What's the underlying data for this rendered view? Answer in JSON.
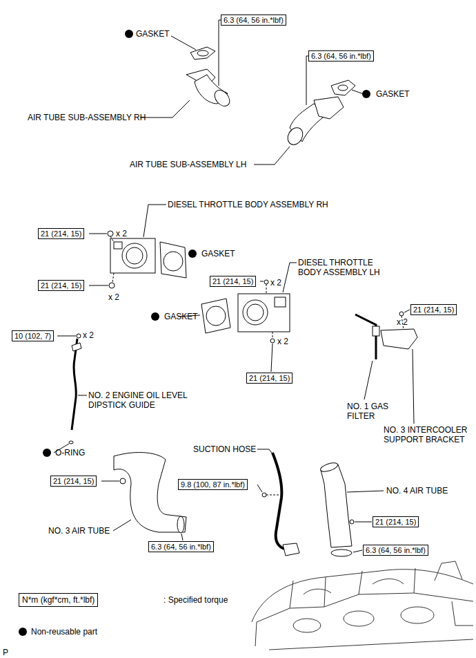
{
  "diagram": {
    "nodes": [
      {
        "text": [
          "6.3 (64, 56 in.*lbf)"
        ]
      },
      {
        "text": [
          "6.3 (64, 56 in.*lbf)"
        ]
      },
      {
        "text": [
          "21 (214, 15)"
        ]
      },
      {
        "text": [
          "21 (214, 15)"
        ]
      },
      {
        "text": [
          "21 (214, 15)"
        ]
      },
      {
        "text": [
          "21 (214, 15)"
        ]
      },
      {
        "text": [
          "10 (102, 7)"
        ]
      },
      {
        "text": [
          "21 (214, 15)"
        ]
      },
      {
        "text": [
          "21 (214, 15)"
        ]
      },
      {
        "text": [
          "9.8 (100, 87 in.*lbf)"
        ]
      },
      {
        "text": [
          "21 (214, 15)"
        ]
      },
      {
        "text": [
          "6.3 (64, 56 in.*lbf)"
        ]
      },
      {
        "text": [
          "6.3 (64, 56 in.*lbf)"
        ]
      },
      {
        "text": [
          "N*m (kgf*cm, ft.*lbf)"
        ]
      }
    ],
    "labels": [
      "GASKET",
      "AIR TUBE SUB-ASSEMBLY RH",
      "GASKET",
      "AIR TUBE SUB-ASSEMBLY LH",
      "DIESEL THROTTLE BODY ASSEMBLY RH",
      "x 2",
      "GASKET",
      "DIESEL THROTTLE BODY ASSEMBLY LH",
      "x 2",
      "x 2",
      "GASKET",
      "x 2",
      "x 2",
      "x 2",
      "NO. 2 ENGINE OIL LEVEL DIPSTICK GUIDE",
      "NO. 1 GAS FILTER",
      "NO. 3 INTERCOOLER SUPPORT BRACKET",
      "O-RING",
      "SUCTION HOSE",
      "NO. 4 AIR TUBE",
      "NO. 3 AIR TUBE",
      "P"
    ],
    "legend": [
      {
        "text": ": Specified torque"
      },
      {
        "text": "Non-reusable part"
      }
    ]
  }
}
